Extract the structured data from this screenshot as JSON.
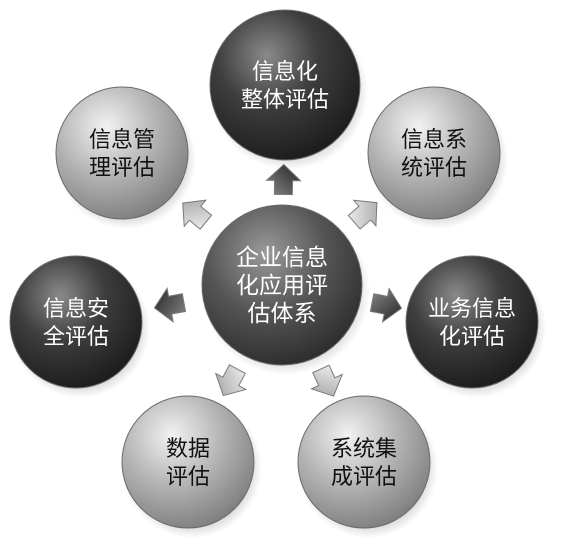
{
  "diagram": {
    "center": {
      "lines": [
        "企业信息",
        "化应用评",
        "估体系"
      ]
    },
    "nodes": [
      {
        "lines": [
          "信息化",
          "整体评估"
        ],
        "tone": "dark"
      },
      {
        "lines": [
          "信息系",
          "统评估"
        ],
        "tone": "light"
      },
      {
        "lines": [
          "业务信息",
          "化评估"
        ],
        "tone": "dark"
      },
      {
        "lines": [
          "系统集",
          "成评估"
        ],
        "tone": "light"
      },
      {
        "lines": [
          "数据",
          "评估"
        ],
        "tone": "light"
      },
      {
        "lines": [
          "信息安",
          "全评估"
        ],
        "tone": "dark"
      },
      {
        "lines": [
          "信息管",
          "理评估"
        ],
        "tone": "light"
      }
    ]
  },
  "colors": {
    "dark_node": "#3a3a3a",
    "light_node": "#b0b0b0",
    "center_node": "#565656",
    "arrow": "#c8c8c8",
    "arrow_dark": "#4a4a4a"
  }
}
